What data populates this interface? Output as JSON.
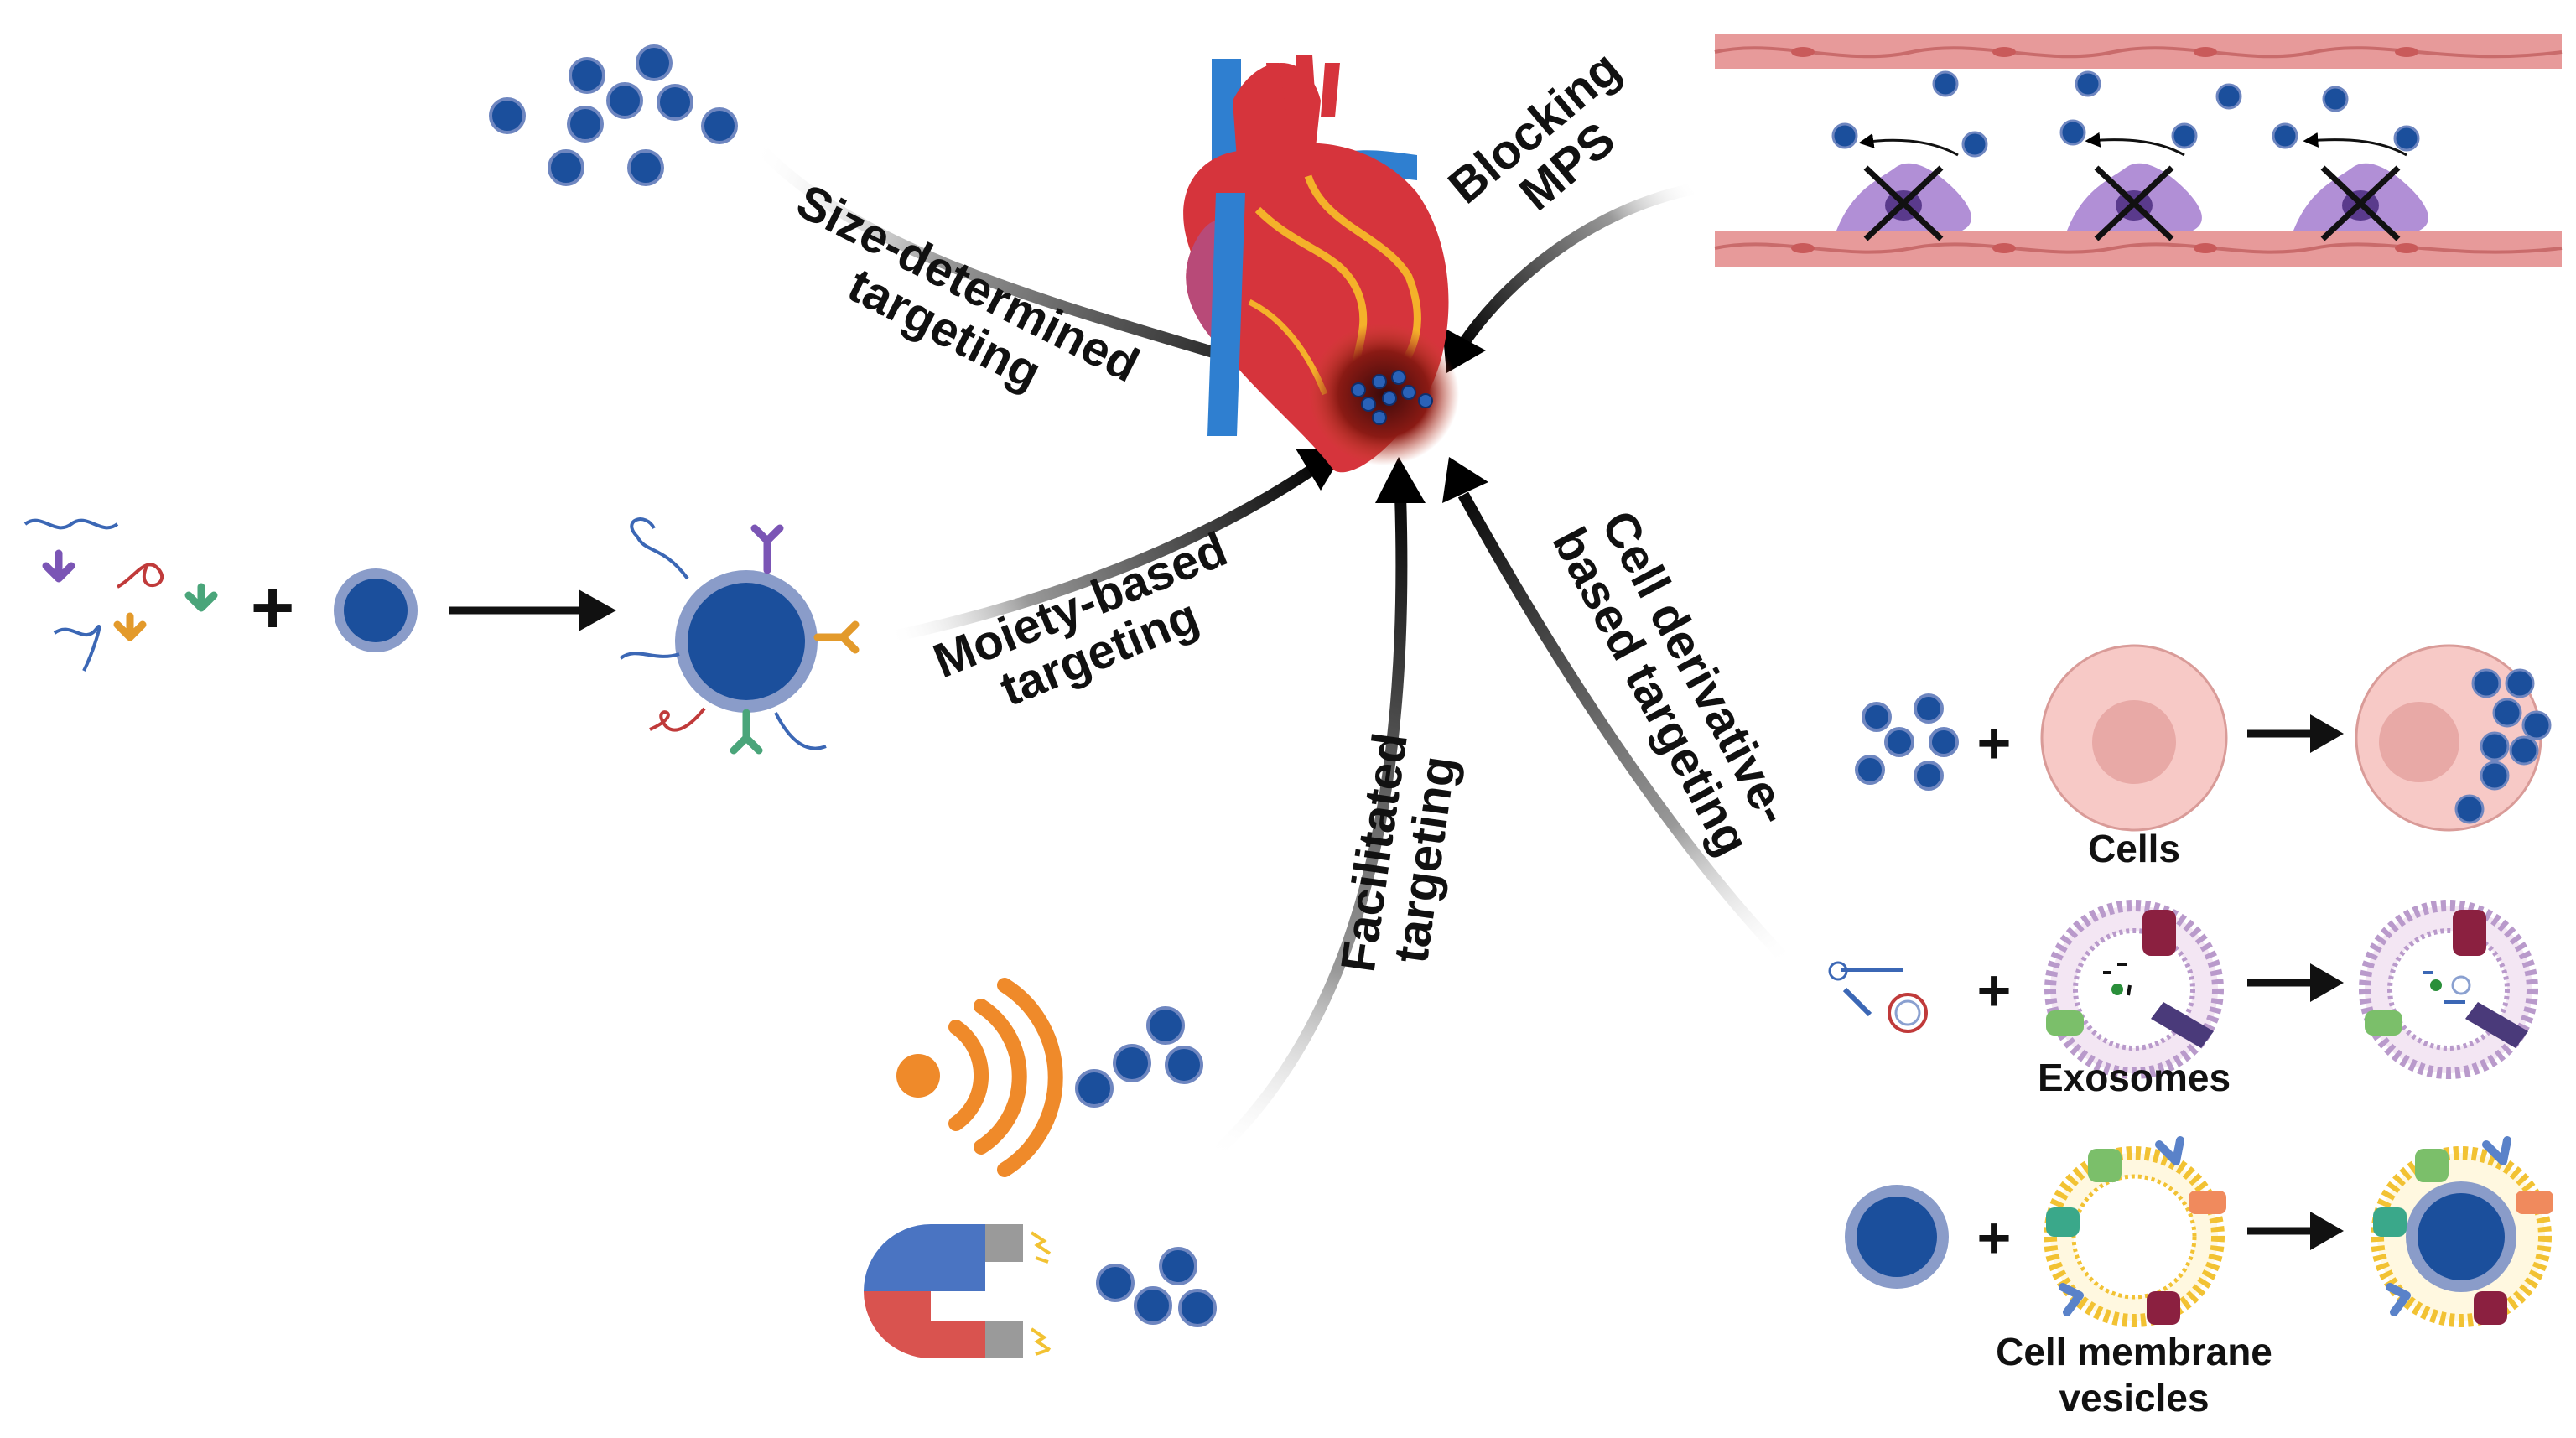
{
  "labels": {
    "size_targeting": [
      "Size-determined",
      "targeting"
    ],
    "blocking_mps": [
      "Blocking",
      "MPS"
    ],
    "moiety_targeting": [
      "Moiety-based",
      "targeting"
    ],
    "facilitated_targeting": [
      "Facilitated",
      "targeting"
    ],
    "cell_derivative_targeting": [
      "Cell derivative-",
      "based targeting"
    ],
    "cells": "Cells",
    "exosomes": "Exosomes",
    "cell_membrane_vesicles": [
      "Cell membrane",
      "vesicles"
    ],
    "plus": "+"
  },
  "colors": {
    "nanoparticle": "#1b4f9c",
    "nanoparticle_shell": "#8a9cc9",
    "vessel_wall": "#e79a9a",
    "macrophage": "#b18fd6",
    "heart_red": "#d6343c",
    "heart_blue": "#2f7fd0",
    "ultrasound": "#ef8a2a",
    "magnet_red": "#d9534f",
    "magnet_blue": "#4a74c2",
    "cell_pink": "#f7c9c6",
    "membrane_yellow": "#f2c233"
  },
  "icons": [
    "heart-icon",
    "ultrasound-icon",
    "magnet-icon",
    "antibody-icon",
    "peptide-icon",
    "aptamer-icon",
    "exosome-icon",
    "cell-icon",
    "blood-vessel-icon",
    "macrophage-icon"
  ]
}
